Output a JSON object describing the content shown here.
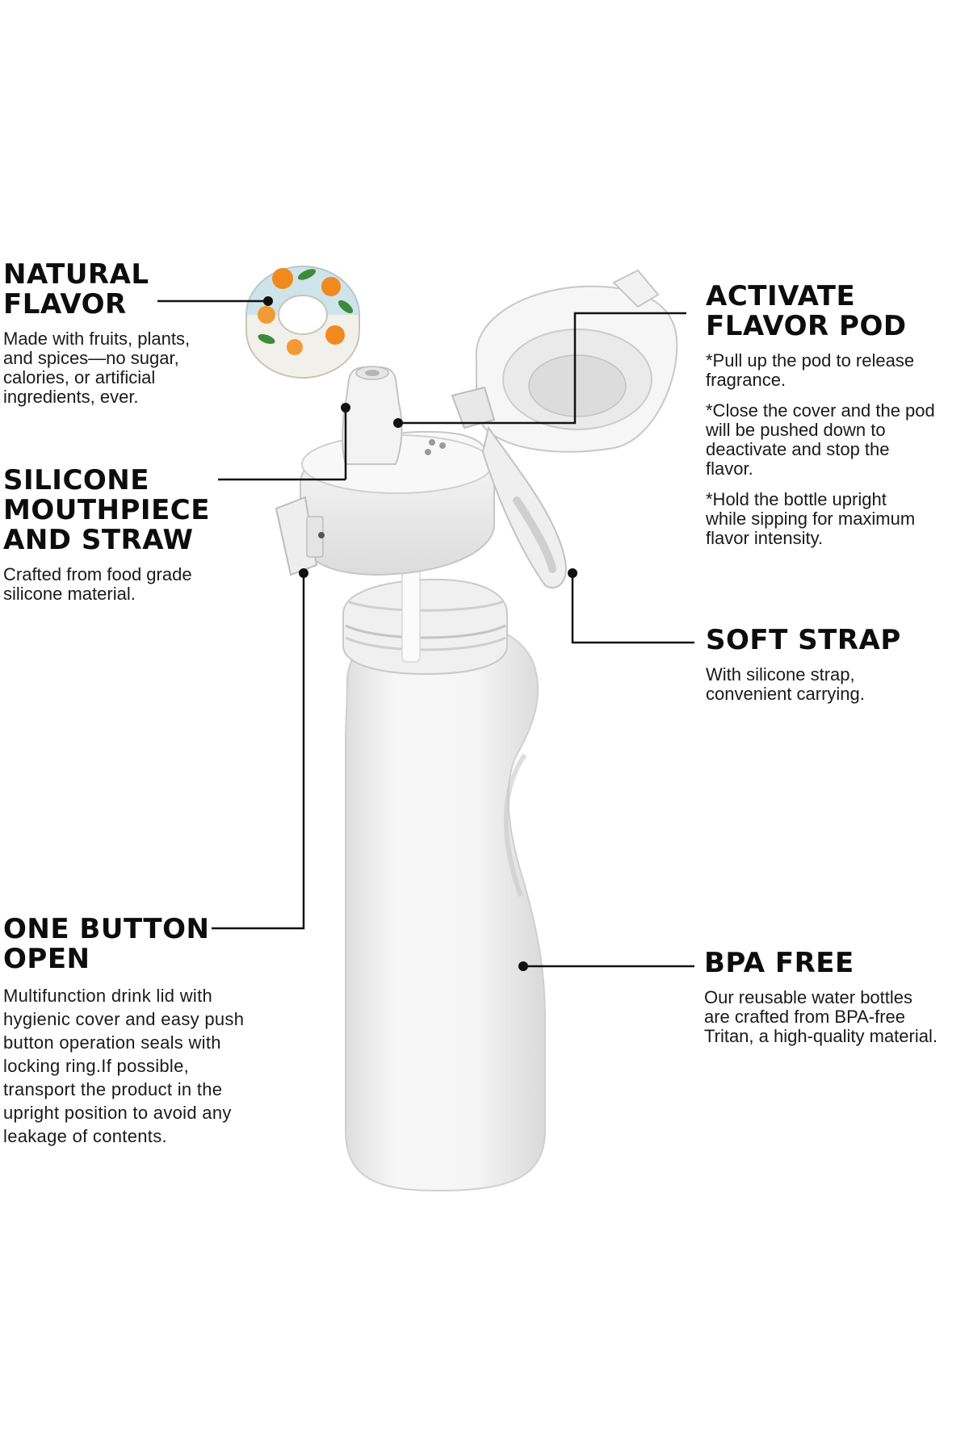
{
  "callouts": {
    "natural_flavor": {
      "title": "NATURAL\nFLAVOR",
      "body": "Made with fruits, plants,\nand spices—no sugar,\ncalories, or artificial\ningredients, ever."
    },
    "silicone_mouthpiece": {
      "title": "SILICONE\nMOUTHPIECE\nAND STRAW",
      "body": "Crafted from food grade\nsilicone material."
    },
    "one_button_open": {
      "title": "ONE BUTTON\nOPEN",
      "body": "Multifunction drink lid with\nhygienic cover and easy push\nbutton operation seals with\nlocking ring.If possible,\ntransport the product in the\nupright position to avoid any\nleakage of contents."
    },
    "activate_flavor_pod": {
      "title": "ACTIVATE\nFLAVOR POD",
      "paragraphs": [
        "*Pull up the pod to release\nfragrance.",
        "*Close the cover and the pod\nwill be pushed down to\ndeactivate and stop the\nflavor.",
        "*Hold the bottle upright\nwhile sipping for maximum\nflavor intensity."
      ]
    },
    "soft_strap": {
      "title": "SOFT STRAP",
      "body": "With silicone strap,\nconvenient carrying."
    },
    "bpa_free": {
      "title": "BPA FREE",
      "body": "Our reusable water bottles\nare crafted from BPA-free\nTritan, a high-quality material."
    }
  },
  "colors": {
    "background": "#ffffff",
    "text": "#111111",
    "leader_line": "#111111",
    "bottle_white": "#f4f4f4",
    "bottle_shadow": "#d6d6d6",
    "pod_tile": "#cfe3ea",
    "orange": "#f08a1f",
    "leaf": "#3c8a3a"
  },
  "icons": [
    "flavor-pod-ring",
    "water-bottle-body",
    "bottle-lid",
    "flip-cover",
    "soft-strap",
    "mouthpiece"
  ]
}
